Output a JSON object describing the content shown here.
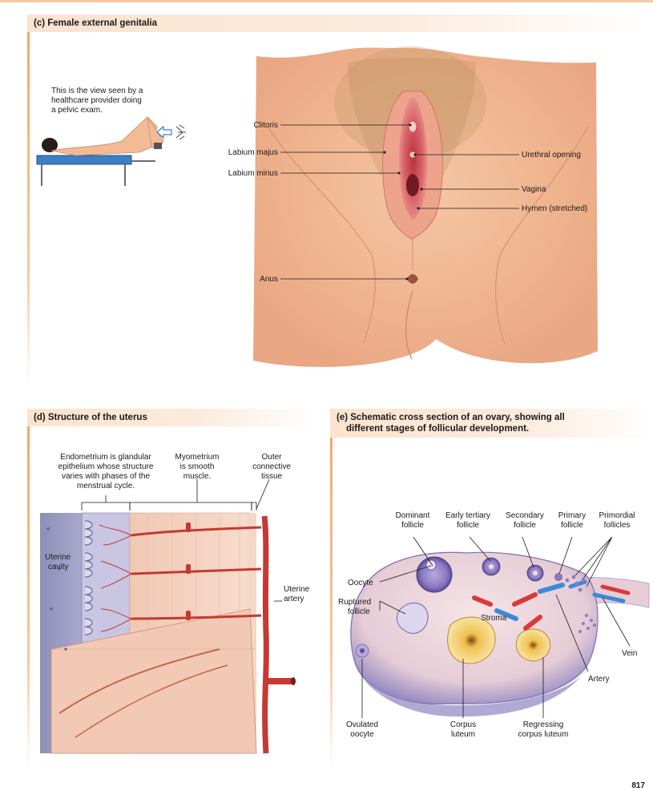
{
  "page_number": "817",
  "panel_c": {
    "title": "(c) Female external genitalia",
    "caption": [
      "This is the view seen by a",
      "healthcare provider doing",
      "a pelvic exam."
    ],
    "labels": {
      "clitoris": "Clitoris",
      "labium_majus": "Labium majus",
      "labium_minus": "Labium minus",
      "urethral_opening": "Urethral opening",
      "vagina": "Vagina",
      "hymen": "Hymen (stretched)",
      "anus": "Anus"
    }
  },
  "panel_d": {
    "title": "(d) Structure of the uterus",
    "endometrium": [
      "Endometrium is glandular",
      "epithelium whose structure",
      "varies with phases of the",
      "menstrual cycle."
    ],
    "myometrium": [
      "Myometrium",
      "is smooth",
      "muscle."
    ],
    "outer": [
      "Outer",
      "connective",
      "tissue"
    ],
    "uterine_cavity": [
      "Uterine",
      "cavity"
    ],
    "uterine_artery": [
      "Uterine",
      "artery"
    ]
  },
  "panel_e": {
    "title": [
      "(e) Schematic cross section of an ovary, showing all",
      "different stages of follicular development."
    ],
    "dominant": [
      "Dominant",
      "follicle"
    ],
    "early_tertiary": [
      "Early tertiary",
      "follicle"
    ],
    "secondary": [
      "Secondary",
      "follicle"
    ],
    "primary": [
      "Primary",
      "follicle"
    ],
    "primordial": [
      "Primordial",
      "follicles"
    ],
    "oocyte": "Oocyte",
    "ruptured": [
      "Ruptured",
      "follicle"
    ],
    "stroma": "Stroma",
    "vein": "Vein",
    "artery": "Artery",
    "ovulated": [
      "Ovulated",
      "oocyte"
    ],
    "corpus_luteum": [
      "Corpus",
      "luteum"
    ],
    "regressing": [
      "Regressing",
      "corpus luteum"
    ]
  }
}
